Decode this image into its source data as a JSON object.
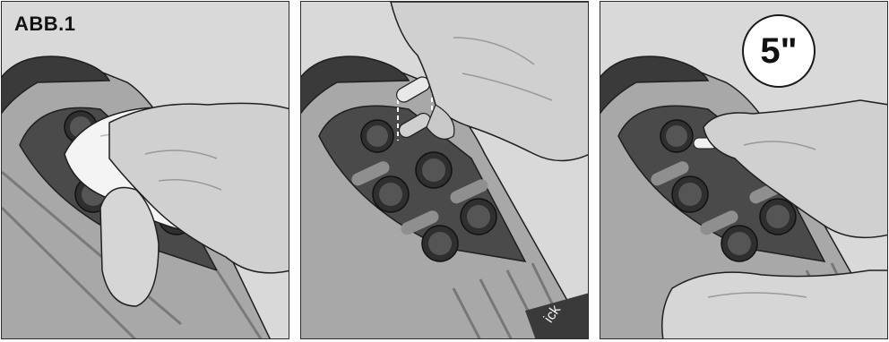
{
  "figure": {
    "label": "ABB.1",
    "timer": "5\"",
    "brand_partial": "ick"
  },
  "colors": {
    "remote_body": "#9a9a9a",
    "remote_face": "#4a4a4a",
    "button_dark": "#2f2f2f",
    "skin": "#d4d4d4",
    "background": "#d9d9d9",
    "outline": "#1f1f1f"
  }
}
